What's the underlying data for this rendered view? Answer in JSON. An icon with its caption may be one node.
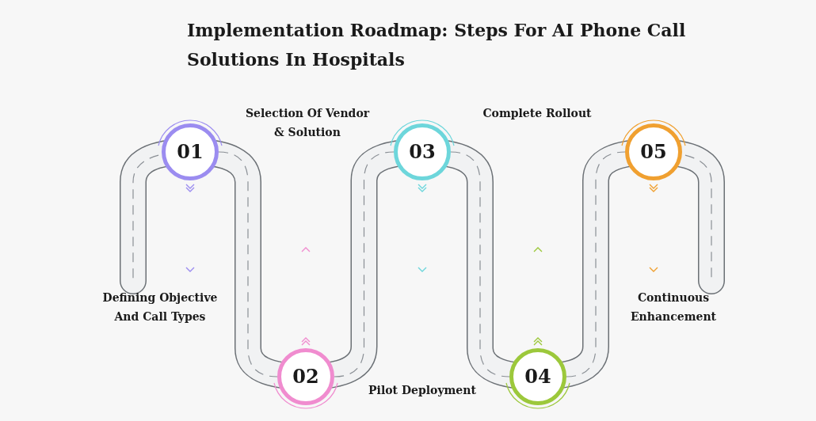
{
  "diagram": {
    "title": "Implementation Roadmap: Steps For AI Phone Call Solutions In Hospitals",
    "nodes": [
      {
        "text": [
          "01"
        ]
      },
      {
        "text": [
          "02"
        ]
      },
      {
        "text": [
          "03"
        ]
      },
      {
        "text": [
          "04"
        ]
      },
      {
        "text": [
          "05"
        ]
      }
    ],
    "edges": [
      {
        "from": 0,
        "to": 1,
        "arrow": "none"
      },
      {
        "from": 1,
        "to": 2,
        "arrow": "none"
      },
      {
        "from": 2,
        "to": 3,
        "arrow": "none"
      },
      {
        "from": 3,
        "to": 4,
        "arrow": "none"
      }
    ],
    "labels": [
      "Selection Of Vendor & Solution",
      "Complete Rollout",
      "Defining Objective And Call Types",
      "Continuous Enhancement",
      "Pilot Deployment"
    ]
  }
}
